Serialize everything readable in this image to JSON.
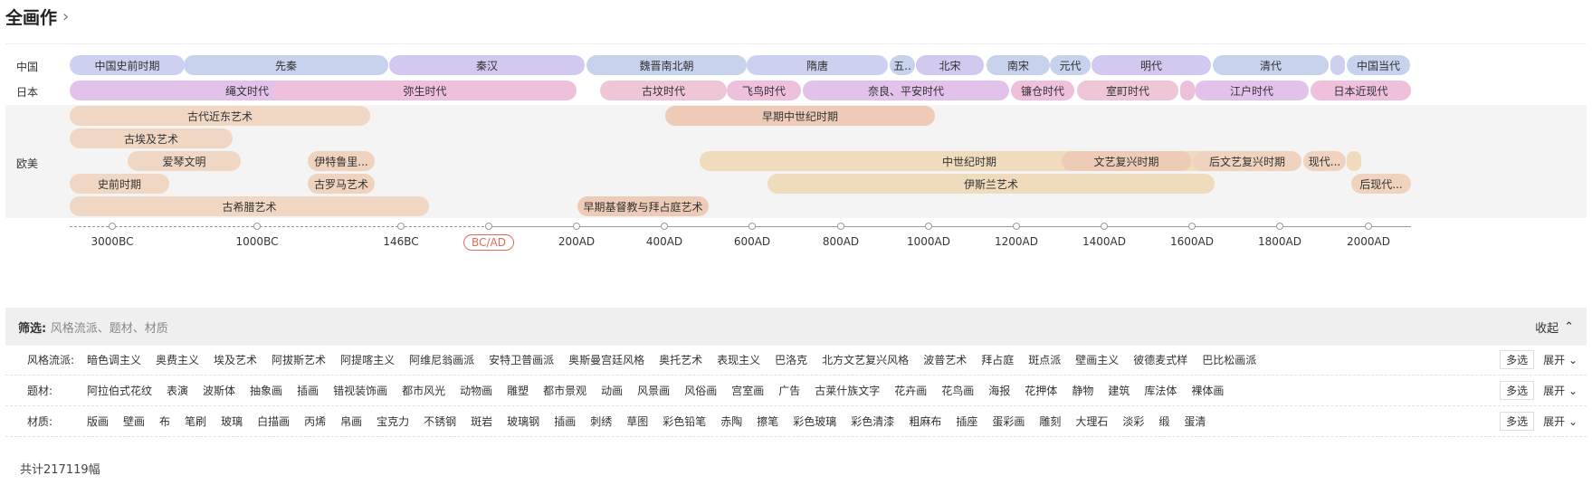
{
  "header": {
    "title": "全画作"
  },
  "timeline": {
    "rows": {
      "china": "中国",
      "japan": "日本",
      "west": "欧美"
    },
    "china": [
      {
        "label": "中国史前时期",
        "color": "#cdd0ee"
      },
      {
        "label": "先秦",
        "color": "#c7d3ec"
      },
      {
        "label": "秦汉",
        "color": "#d2c9f0"
      },
      {
        "label": "魏晋南北朝",
        "color": "#c7d3ec"
      },
      {
        "label": "隋唐",
        "color": "#cdd0ee"
      },
      {
        "label": "五..",
        "color": "#c7d3ec"
      },
      {
        "label": "北宋",
        "color": "#d2c9f0"
      },
      {
        "label": "南宋",
        "color": "#c7d3ec"
      },
      {
        "label": "元代",
        "color": "#c7d3ec"
      },
      {
        "label": "明代",
        "color": "#d2c9f0"
      },
      {
        "label": "清代",
        "color": "#c7d3ec"
      },
      {
        "label": "",
        "color": "#cdd0ee"
      },
      {
        "label": "中国当代",
        "color": "#c7d3ec"
      }
    ],
    "japan": [
      {
        "label": "绳文时代",
        "color": "#e2c2ea"
      },
      {
        "label": "弥生时代",
        "color": "#efc0dc"
      },
      {
        "label": "古坟时代",
        "color": "#efc6d6"
      },
      {
        "label": "飞鸟时代",
        "color": "#efc0dc"
      },
      {
        "label": "奈良、平安时代",
        "color": "#e2c2ea"
      },
      {
        "label": "镰仓时代",
        "color": "#efc0dc"
      },
      {
        "label": "室町时代",
        "color": "#efc6d6"
      },
      {
        "label": "",
        "color": "#efc0dc"
      },
      {
        "label": "江户时代",
        "color": "#e2c2ea"
      },
      {
        "label": "日本近现代",
        "color": "#efc0dc"
      }
    ],
    "west": [
      {
        "label": "古代近东艺术",
        "color": "#efd7c3"
      },
      {
        "label": "早期中世纪时期",
        "color": "#edcbb6"
      },
      {
        "label": "古埃及艺术",
        "color": "#efd7c3"
      },
      {
        "label": "爱琴文明",
        "color": "#efd7c3"
      },
      {
        "label": "伊特鲁里...",
        "color": "#efd3bf"
      },
      {
        "label": "中世纪时期",
        "color": "#efdcbd"
      },
      {
        "label": "文艺复兴时期",
        "color": "#edcbb6"
      },
      {
        "label": "后文艺复兴时期",
        "color": "#efd3bf"
      },
      {
        "label": "现代...",
        "color": "#efd3bf"
      },
      {
        "label": "",
        "color": "#efdcbd"
      },
      {
        "label": "史前时期",
        "color": "#efd7c3"
      },
      {
        "label": "古罗马艺术",
        "color": "#efd3bf"
      },
      {
        "label": "伊斯兰艺术",
        "color": "#efdcbd"
      },
      {
        "label": "后现代...",
        "color": "#efd3bf"
      },
      {
        "label": "古希腊艺术",
        "color": "#efd7c3"
      },
      {
        "label": "早期基督教与拜占庭艺术",
        "color": "#edcbb6"
      }
    ],
    "axis": [
      "3000BC",
      "1000BC",
      "146BC",
      "BC/AD",
      "200AD",
      "400AD",
      "600AD",
      "800AD",
      "1000AD",
      "1200AD",
      "1400AD",
      "1600AD",
      "1800AD",
      "2000AD"
    ]
  },
  "filter": {
    "label": "筛选:",
    "hint": "风格流派、题材、材质",
    "collapse": "收起",
    "rows": [
      {
        "label": "风格流派:",
        "items": [
          "暗色调主义",
          "奥费主义",
          "埃及艺术",
          "阿拔斯艺术",
          "阿提喀主义",
          "阿维尼翁画派",
          "安特卫普画派",
          "奥斯曼宫廷风格",
          "奥托艺术",
          "表现主义",
          "巴洛克",
          "北方文艺复兴风格",
          "波普艺术",
          "拜占庭",
          "斑点派",
          "壁画主义",
          "彼德麦式样",
          "巴比松画派"
        ]
      },
      {
        "label": "题材:",
        "items": [
          "阿拉伯式花纹",
          "表演",
          "波斯体",
          "抽象画",
          "插画",
          "错视装饰画",
          "都市风光",
          "动物画",
          "雕塑",
          "都市景观",
          "动画",
          "风景画",
          "风俗画",
          "宫室画",
          "广告",
          "古莱什族文字",
          "花卉画",
          "花鸟画",
          "海报",
          "花押体",
          "静物",
          "建筑",
          "库法体",
          "裸体画"
        ]
      },
      {
        "label": "材质:",
        "items": [
          "版画",
          "壁画",
          "布",
          "笔刷",
          "玻璃",
          "白描画",
          "丙烯",
          "帛画",
          "宝克力",
          "不锈钢",
          "斑岩",
          "玻璃钢",
          "插画",
          "刺绣",
          "草图",
          "彩色铅笔",
          "赤陶",
          "擦笔",
          "彩色玻璃",
          "彩色清漆",
          "粗麻布",
          "插座",
          "蛋彩画",
          "雕刻",
          "大理石",
          "淡彩",
          "缎",
          "蛋清"
        ]
      }
    ],
    "multi": "多选",
    "expand": "展开"
  },
  "total": "共计217119幅"
}
